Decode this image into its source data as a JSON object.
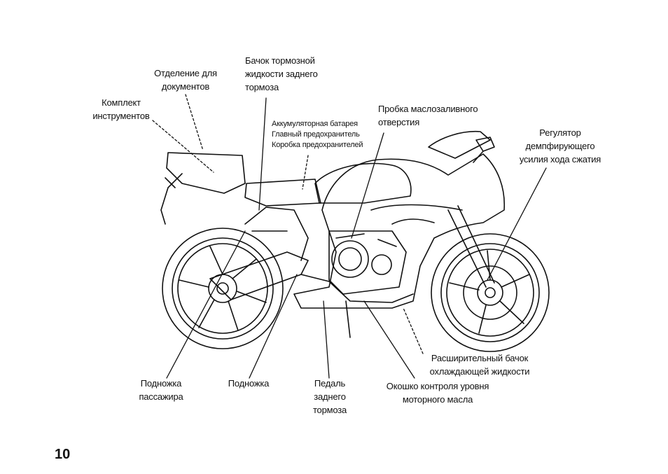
{
  "page_number": "10",
  "labels": {
    "document_compartment": "Отделение для\nдокументов",
    "rear_brake_fluid_reservoir": "Бачок тормозной\nжидкости заднего\nтормоза",
    "tool_kit": "Комплект\nинструментов",
    "battery_fuse_box": "Аккумуляторная батарея\nГлавный предохранитель\nКоробка предохранителей",
    "oil_filler_cap": "Пробка маслозаливного\nотверстия",
    "damping_adjuster": "Регулятор\nдемпфирующего\nусилия хода сжатия",
    "coolant_reserve_tank": "Расширительный бачок\nохлаждающей жидкости",
    "passenger_footpeg": "Подножка\nпассажира",
    "footpeg": "Подножка",
    "rear_brake_pedal": "Педаль\nзаднего\nтормоза",
    "oil_level_window": "Окошко контроля уровня\nмоторного масла"
  }
}
